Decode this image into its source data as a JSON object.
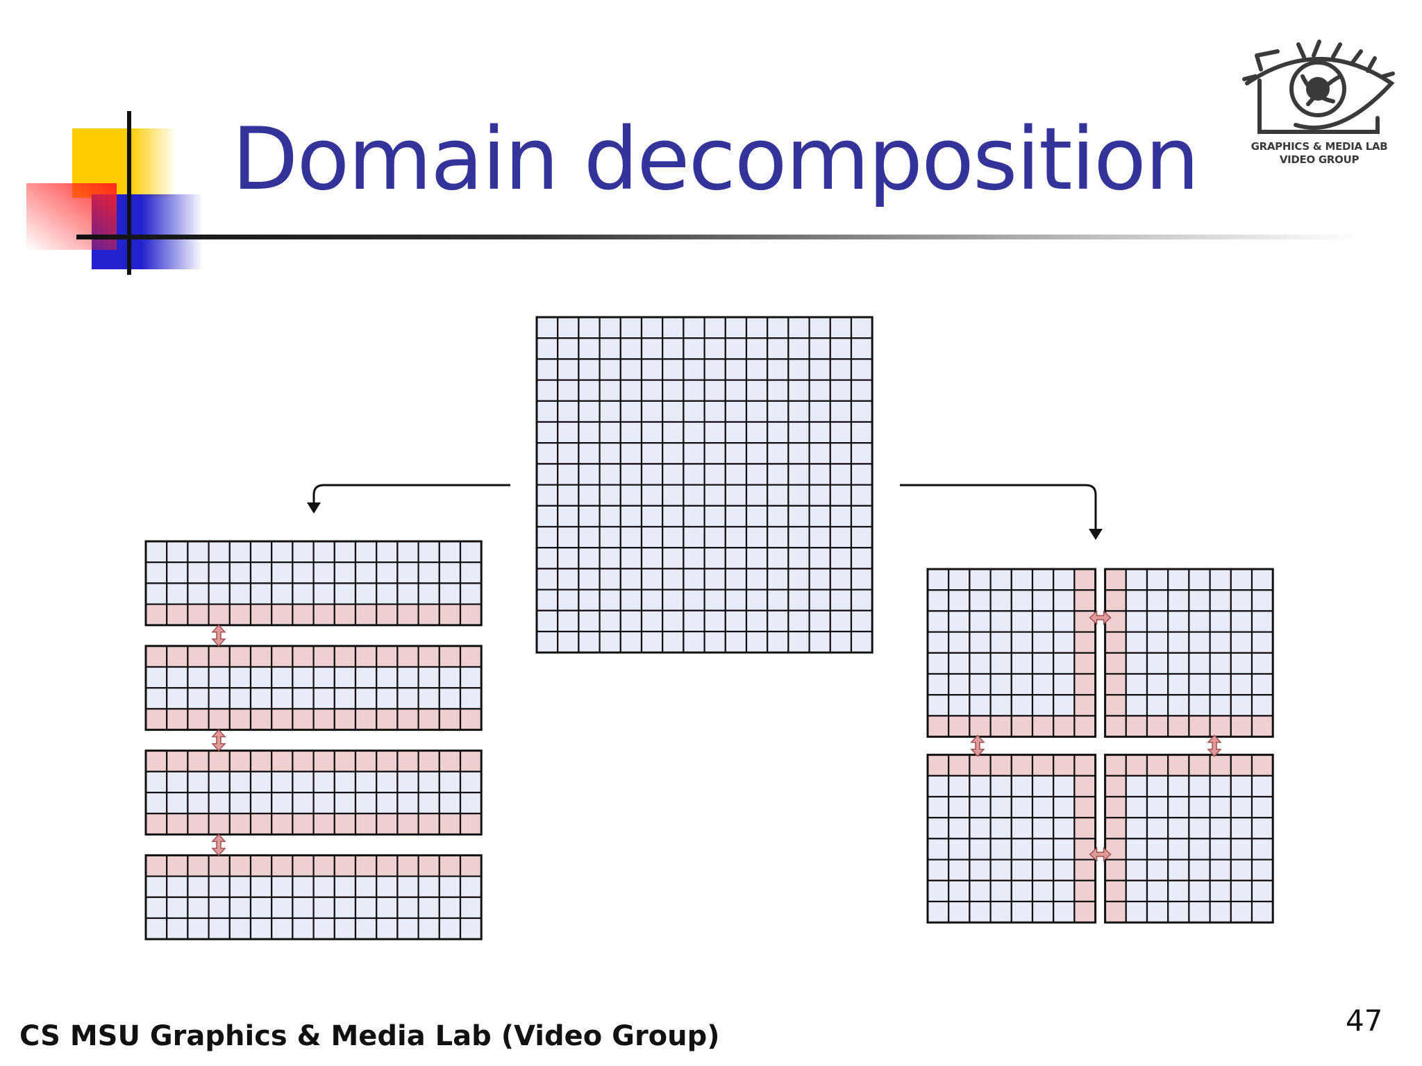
{
  "slide": {
    "title": "Domain decomposition",
    "footer": "CS MSU Graphics & Media Lab (Video Group)",
    "page_number": "47"
  },
  "logo": {
    "line1": "GRAPHICS & MEDIA LAB",
    "line2": "VIDEO GROUP",
    "icon": "eye-icon"
  },
  "diagram": {
    "cell_fill": "#e8ecf8",
    "halo_fill": "#efcfcf",
    "grid_stroke": "#111111",
    "arrow_fill": "#e09a9a",
    "source_grid": {
      "rows": 16,
      "cols": 16
    },
    "row_decomposition": {
      "blocks": 4,
      "rows_per_block": 4,
      "cols": 16,
      "halo": [
        [
          "bottom"
        ],
        [
          "top",
          "bottom"
        ],
        [
          "top",
          "bottom"
        ],
        [
          "top"
        ]
      ]
    },
    "block_decomposition": {
      "blocks": 4,
      "rows_per_block": 8,
      "cols_per_block": 8,
      "halo": [
        [
          "right",
          "bottom"
        ],
        [
          "left",
          "bottom"
        ],
        [
          "right",
          "top"
        ],
        [
          "left",
          "top"
        ]
      ]
    }
  }
}
